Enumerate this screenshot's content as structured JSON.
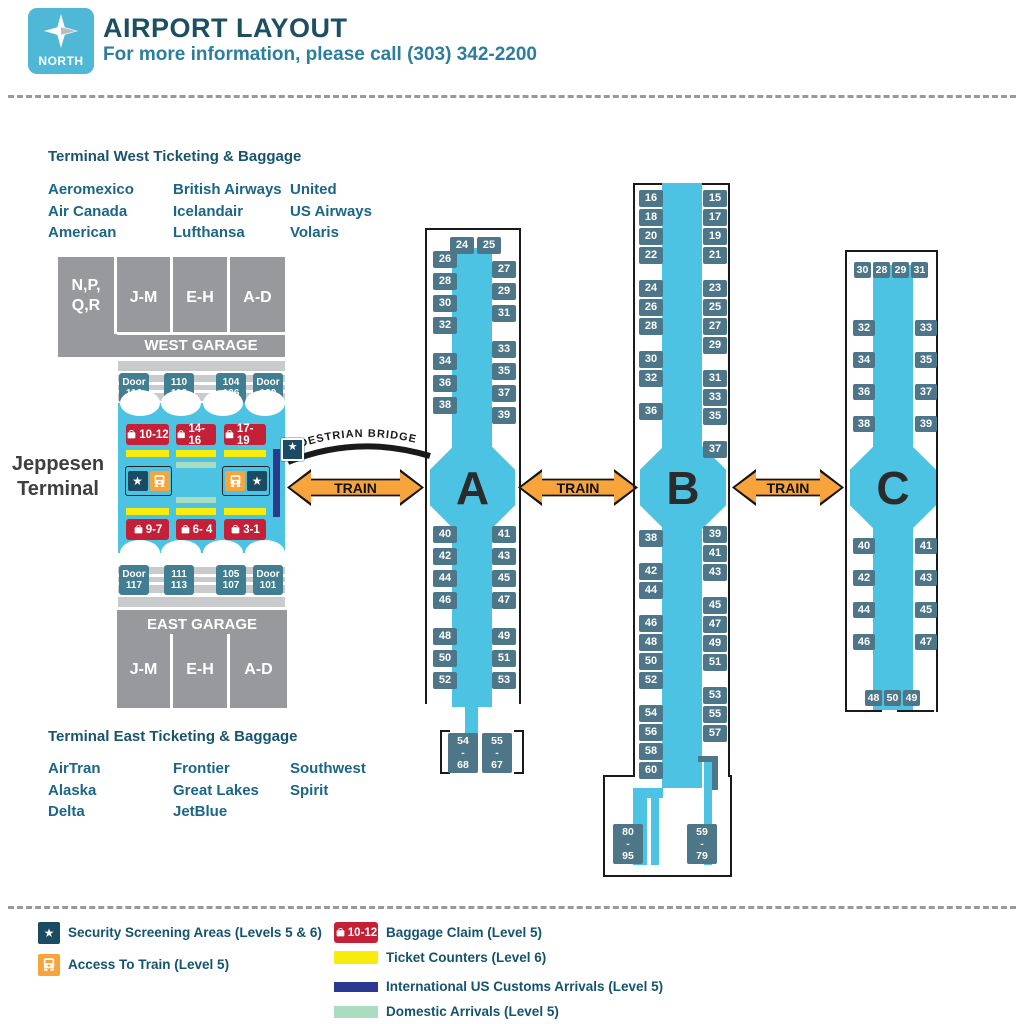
{
  "colors": {
    "cyan": "#4DC3E3",
    "gate_slate": "#4E7689",
    "door_teal": "#417E91",
    "red": "#C42138",
    "yellow": "#F8EC0F",
    "green": "#A9DCC1",
    "navy": "#2B3890",
    "orange": "#F8A43C",
    "heading_teal": "#1D4F63",
    "text_teal": "#1C6587",
    "garage_gray": "#97999C",
    "road_gray": "#C8CACC",
    "ink": "#1A1A1A"
  },
  "header": {
    "compass_label": "NORTH",
    "title": "AIRPORT LAYOUT",
    "subtitle": "For more information, please call (303) 342-2200"
  },
  "west": {
    "heading": "Terminal West Ticketing & Baggage",
    "airlines": [
      [
        "Aeromexico",
        "Air Canada",
        "American"
      ],
      [
        "British Airways",
        "Icelandair",
        "Lufthansa"
      ],
      [
        "United",
        "US Airways",
        "Volaris"
      ]
    ],
    "garage": {
      "label": "WEST GARAGE",
      "sections": [
        "N,P,\nQ,R",
        "J-M",
        "E-H",
        "A-D"
      ]
    }
  },
  "east": {
    "heading": "Terminal East Ticketing & Baggage",
    "airlines": [
      [
        "AirTran",
        "Alaska",
        "Delta"
      ],
      [
        "Frontier",
        "Great Lakes",
        "JetBlue"
      ],
      [
        "Southwest",
        "Spirit"
      ]
    ],
    "garage": {
      "label": "EAST GARAGE",
      "sections": [
        "J-M",
        "E-H",
        "A-D"
      ]
    }
  },
  "terminal": {
    "name": "Jeppesen\nTerminal",
    "doors_top": [
      "Door\n116",
      "110\n112",
      "104\n106",
      "Door\n100"
    ],
    "doors_bottom": [
      "Door\n117",
      "111\n113",
      "105\n107",
      "Door\n101"
    ],
    "baggage_top": [
      "10-12",
      "14-16",
      "17-19"
    ],
    "baggage_bottom": [
      "9-7",
      "6- 4",
      "3-1"
    ]
  },
  "bridge_label": "PEDESTRIAN BRIDGE",
  "train_label": "TRAIN",
  "concourses": [
    {
      "letter": "A",
      "top_row": [
        "24",
        "25"
      ],
      "upper_left": [
        [
          "26",
          "28",
          "30",
          "32"
        ],
        [
          "34",
          "36",
          "38"
        ]
      ],
      "upper_right": [
        [
          "27",
          "29",
          "31"
        ],
        [
          "33",
          "35",
          "37",
          "39"
        ]
      ],
      "lower_left": [
        [
          "40",
          "42",
          "44",
          "46"
        ],
        [
          "48",
          "50",
          "52"
        ]
      ],
      "lower_right": [
        [
          "41",
          "43",
          "45",
          "47"
        ],
        [
          "49",
          "51",
          "53"
        ]
      ],
      "bottom_row": [
        "54\n-\n68",
        "55\n-\n67"
      ]
    },
    {
      "letter": "B",
      "top_row": [],
      "upper_left": [
        [
          "16",
          "18",
          "20",
          "22"
        ],
        [
          "24",
          "26",
          "28"
        ],
        [
          "30",
          "32"
        ],
        [
          "36"
        ]
      ],
      "upper_right": [
        [
          "15",
          "17",
          "19",
          "21"
        ],
        [
          "23",
          "25",
          "27",
          "29"
        ],
        [
          "31",
          "33",
          "35"
        ],
        [
          "37"
        ]
      ],
      "lower_left": [
        [
          "38"
        ],
        [
          "42",
          "44"
        ],
        [
          "46",
          "48",
          "50",
          "52"
        ],
        [
          "54",
          "56",
          "58",
          "60"
        ]
      ],
      "lower_right": [
        [
          "39",
          "41",
          "43"
        ],
        [
          "45",
          "47",
          "49",
          "51"
        ],
        [
          "53",
          "55",
          "57"
        ]
      ],
      "bottom_row": [
        "80\n-\n95",
        "59\n-\n79"
      ]
    },
    {
      "letter": "C",
      "top_row": [
        "30",
        "28",
        "29",
        "31"
      ],
      "upper_left": [
        [
          "32",
          "34"
        ],
        [
          "36",
          "38"
        ]
      ],
      "upper_right": [
        [
          "33",
          "35"
        ],
        [
          "37",
          "39"
        ]
      ],
      "lower_left": [
        [
          "40",
          "42",
          "44",
          "46"
        ]
      ],
      "lower_right": [
        [
          "41",
          "43",
          "45",
          "47"
        ]
      ],
      "bottom_row": [
        "48",
        "50",
        "49"
      ]
    }
  ],
  "legend": {
    "security": "Security Screening Areas (Levels 5 & 6)",
    "train": "Access To Train (Level 5)",
    "baggage_badge": "10-12",
    "baggage": "Baggage Claim (Level 5)",
    "ticket": "Ticket Counters (Level 6)",
    "customs": "International US Customs Arrivals (Level 5)",
    "domestic": "Domestic Arrivals (Level 5)"
  }
}
